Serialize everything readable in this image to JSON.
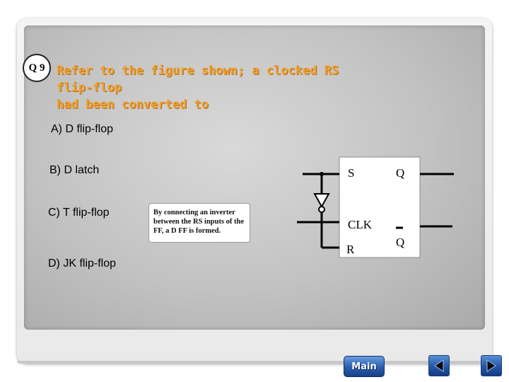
{
  "question": {
    "number": "Q 9",
    "lines": [
      "Refer to the figure shown; a clocked RS",
      "flip-flop",
      "had been converted to"
    ]
  },
  "options": [
    {
      "label": "A)  D flip-flop"
    },
    {
      "label": "B)  D latch"
    },
    {
      "label": "C)  T flip-flop"
    },
    {
      "label": "D)  JK flip-flop"
    }
  ],
  "hint": {
    "text": "By connecting an inverter between the RS inputs of the FF, a D FF is formed."
  },
  "flipflop": {
    "inputs": [
      "S",
      "CLK",
      "R"
    ],
    "outputs": [
      "Q",
      "Q"
    ]
  },
  "nav": {
    "main_label": "Main",
    "prev": "left-arrow-icon",
    "next": "right-arrow-icon"
  },
  "colors": {
    "question_text": "#f0a030",
    "button_blue": "#2a5aa8"
  }
}
